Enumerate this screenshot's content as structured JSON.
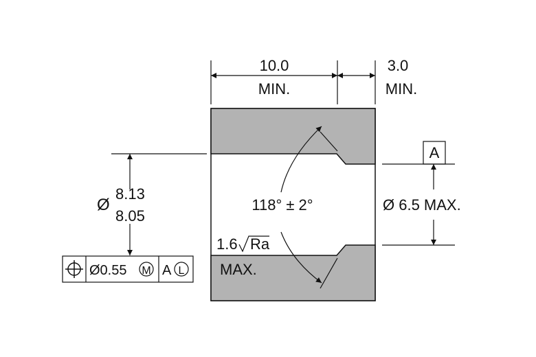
{
  "drawing": {
    "colors": {
      "material": "#b3b3b3",
      "line": "#111111",
      "background": "#ffffff"
    },
    "dims": {
      "length_value": "10.0",
      "length_note": "MIN.",
      "step_value": "3.0",
      "step_note": "MIN.",
      "dia_symbol": "Ø",
      "dia_upper": "8.13",
      "dia_lower": "8.05",
      "bore_label": "Ø 6.5 MAX.",
      "angle_label": "118° ± 2°",
      "finish_value": "1.6",
      "finish_param": "Ra",
      "finish_note": "MAX."
    },
    "datum": {
      "letter": "A"
    },
    "fcf": {
      "symbol_icon": "position-icon",
      "tolerance": "Ø0.55",
      "material_modifier": "M",
      "datum_ref": "A",
      "datum_modifier": "L"
    }
  }
}
